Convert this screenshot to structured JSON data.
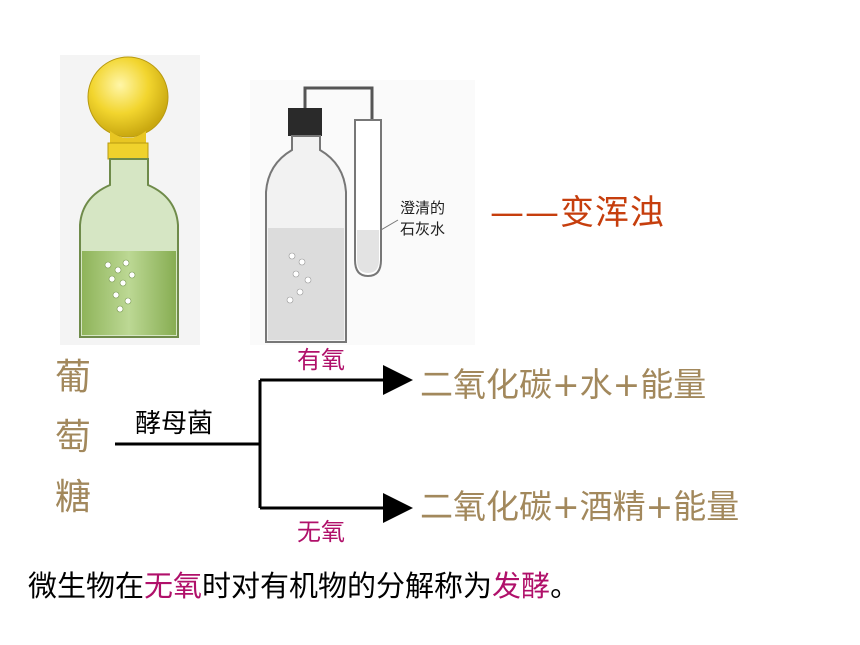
{
  "apparatus": {
    "limewater_label_line1": "澄清的",
    "limewater_label_line2": "石灰水",
    "result": "——变浑浊"
  },
  "reaction": {
    "reactant_chars": [
      "葡",
      "萄",
      "糖"
    ],
    "catalyst": "酵母菌",
    "aerobic": {
      "condition": "有氧",
      "products": "二氧化碳+水+能量"
    },
    "anaerobic": {
      "condition": "无氧",
      "products": "二氧化碳+酒精+能量"
    }
  },
  "footer": {
    "part1": "微生物在",
    "highlight1": "无氧",
    "part2": "时对有机物的分解称为",
    "highlight2": "发酵",
    "part3": "。"
  },
  "colors": {
    "highlight": "#b0106a",
    "product_text": "#a2885c",
    "result_text": "#c63e0d",
    "balloon": "#f0d22c",
    "bottle_liquid": "#a9c77e"
  }
}
